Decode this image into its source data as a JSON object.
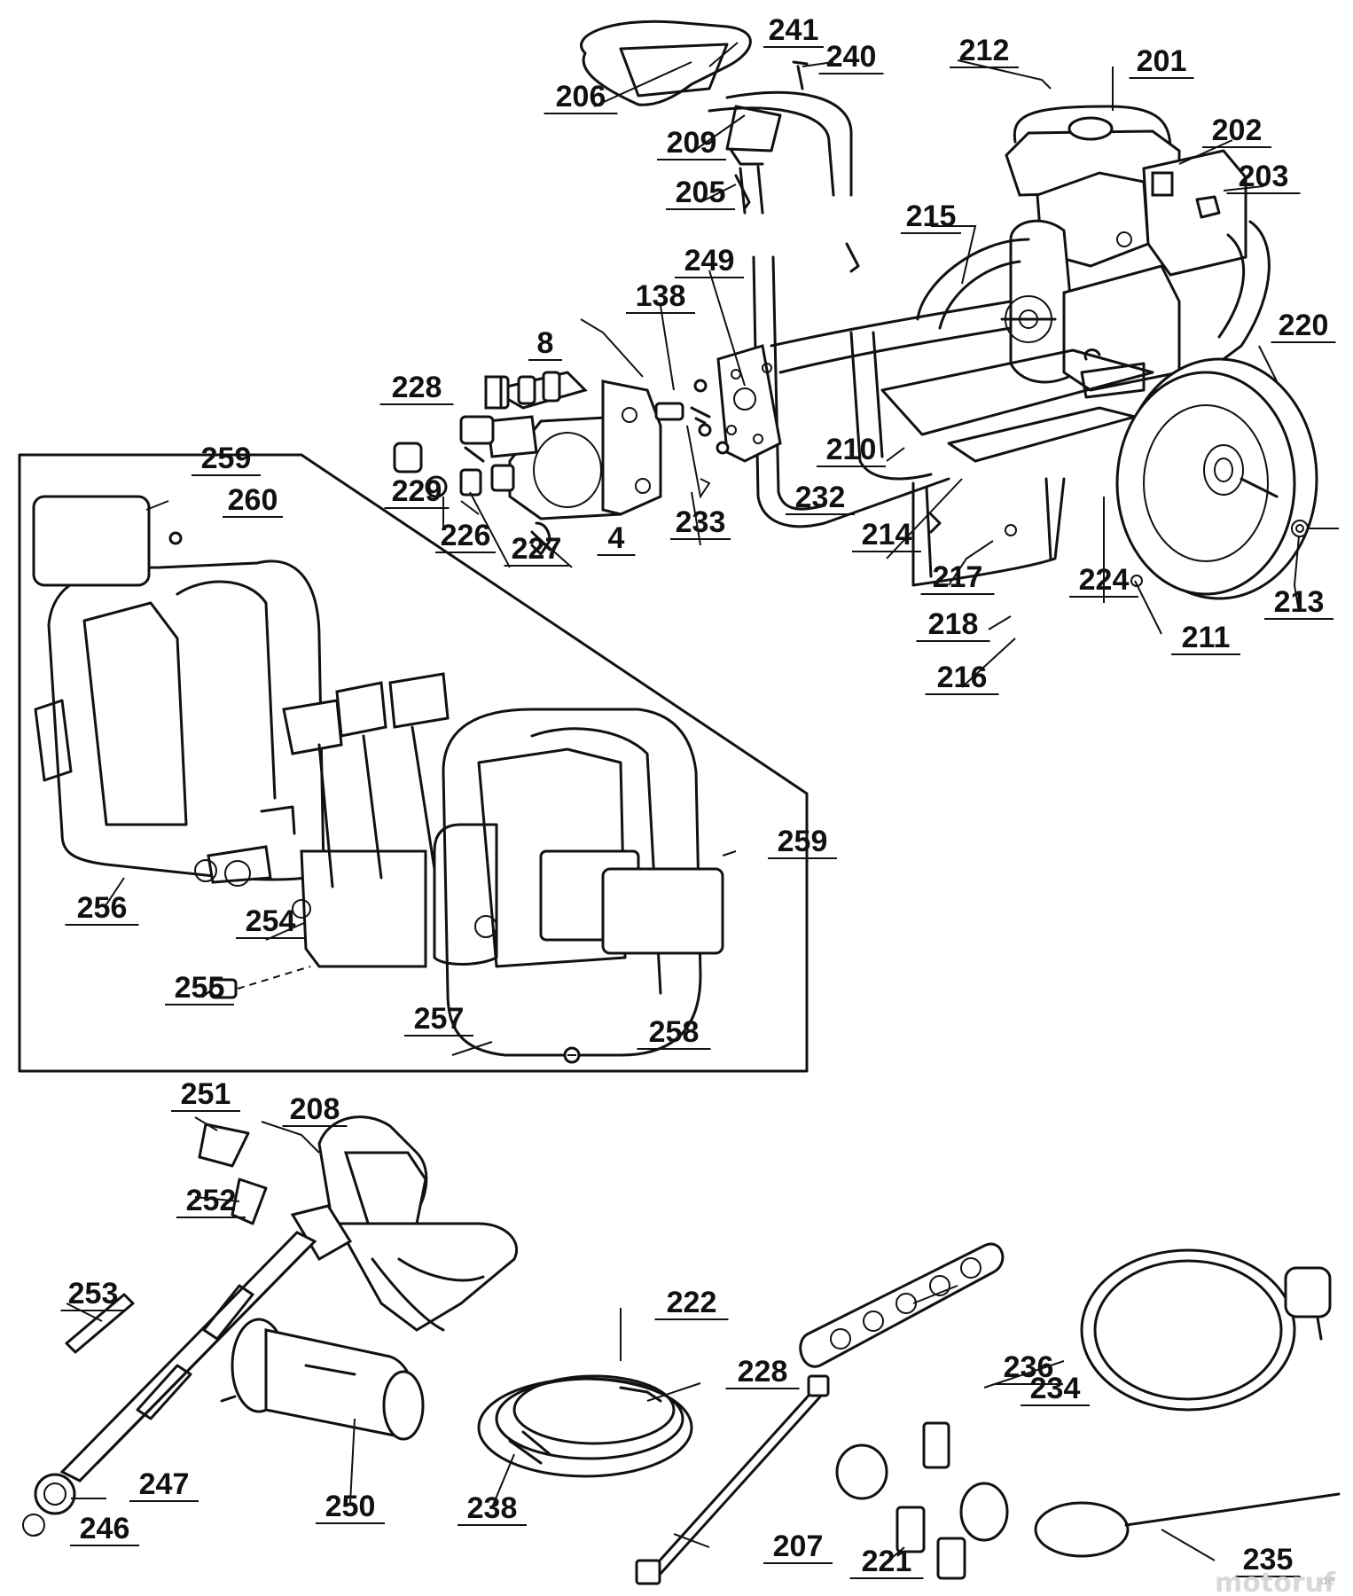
{
  "callouts": [
    {
      "key": "c241",
      "text": "241"
    },
    {
      "key": "c240",
      "text": "240"
    },
    {
      "key": "c212",
      "text": "212"
    },
    {
      "key": "c201",
      "text": "201"
    },
    {
      "key": "c206",
      "text": "206"
    },
    {
      "key": "c202",
      "text": "202"
    },
    {
      "key": "c209",
      "text": "209"
    },
    {
      "key": "c203",
      "text": "203"
    },
    {
      "key": "c205",
      "text": "205"
    },
    {
      "key": "c215",
      "text": "215"
    },
    {
      "key": "c249",
      "text": "249"
    },
    {
      "key": "c138",
      "text": "138"
    },
    {
      "key": "c220",
      "text": "220"
    },
    {
      "key": "c8",
      "text": "8"
    },
    {
      "key": "c228a",
      "text": "228"
    },
    {
      "key": "c210",
      "text": "210"
    },
    {
      "key": "c259a",
      "text": "259"
    },
    {
      "key": "c229",
      "text": "229"
    },
    {
      "key": "c232",
      "text": "232"
    },
    {
      "key": "c260",
      "text": "260"
    },
    {
      "key": "c226",
      "text": "226"
    },
    {
      "key": "c233",
      "text": "233"
    },
    {
      "key": "c214",
      "text": "214"
    },
    {
      "key": "c227",
      "text": "227"
    },
    {
      "key": "c4",
      "text": "4"
    },
    {
      "key": "c217",
      "text": "217"
    },
    {
      "key": "c224",
      "text": "224"
    },
    {
      "key": "c213",
      "text": "213"
    },
    {
      "key": "c218",
      "text": "218"
    },
    {
      "key": "c211",
      "text": "211"
    },
    {
      "key": "c216",
      "text": "216"
    },
    {
      "key": "c259b",
      "text": "259"
    },
    {
      "key": "c256",
      "text": "256"
    },
    {
      "key": "c254",
      "text": "254"
    },
    {
      "key": "c255",
      "text": "255"
    },
    {
      "key": "c257",
      "text": "257"
    },
    {
      "key": "c258",
      "text": "258"
    },
    {
      "key": "c251",
      "text": "251"
    },
    {
      "key": "c208",
      "text": "208"
    },
    {
      "key": "c252",
      "text": "252"
    },
    {
      "key": "c253",
      "text": "253"
    },
    {
      "key": "c222",
      "text": "222"
    },
    {
      "key": "c236",
      "text": "236"
    },
    {
      "key": "c228b",
      "text": "228"
    },
    {
      "key": "c234",
      "text": "234"
    },
    {
      "key": "c247",
      "text": "247"
    },
    {
      "key": "c250",
      "text": "250"
    },
    {
      "key": "c238",
      "text": "238"
    },
    {
      "key": "c246",
      "text": "246"
    },
    {
      "key": "c207",
      "text": "207"
    },
    {
      "key": "c221",
      "text": "221"
    },
    {
      "key": "c235",
      "text": "235"
    }
  ],
  "watermark": {
    "brand": "motoruf",
    "suffix": ".de"
  }
}
